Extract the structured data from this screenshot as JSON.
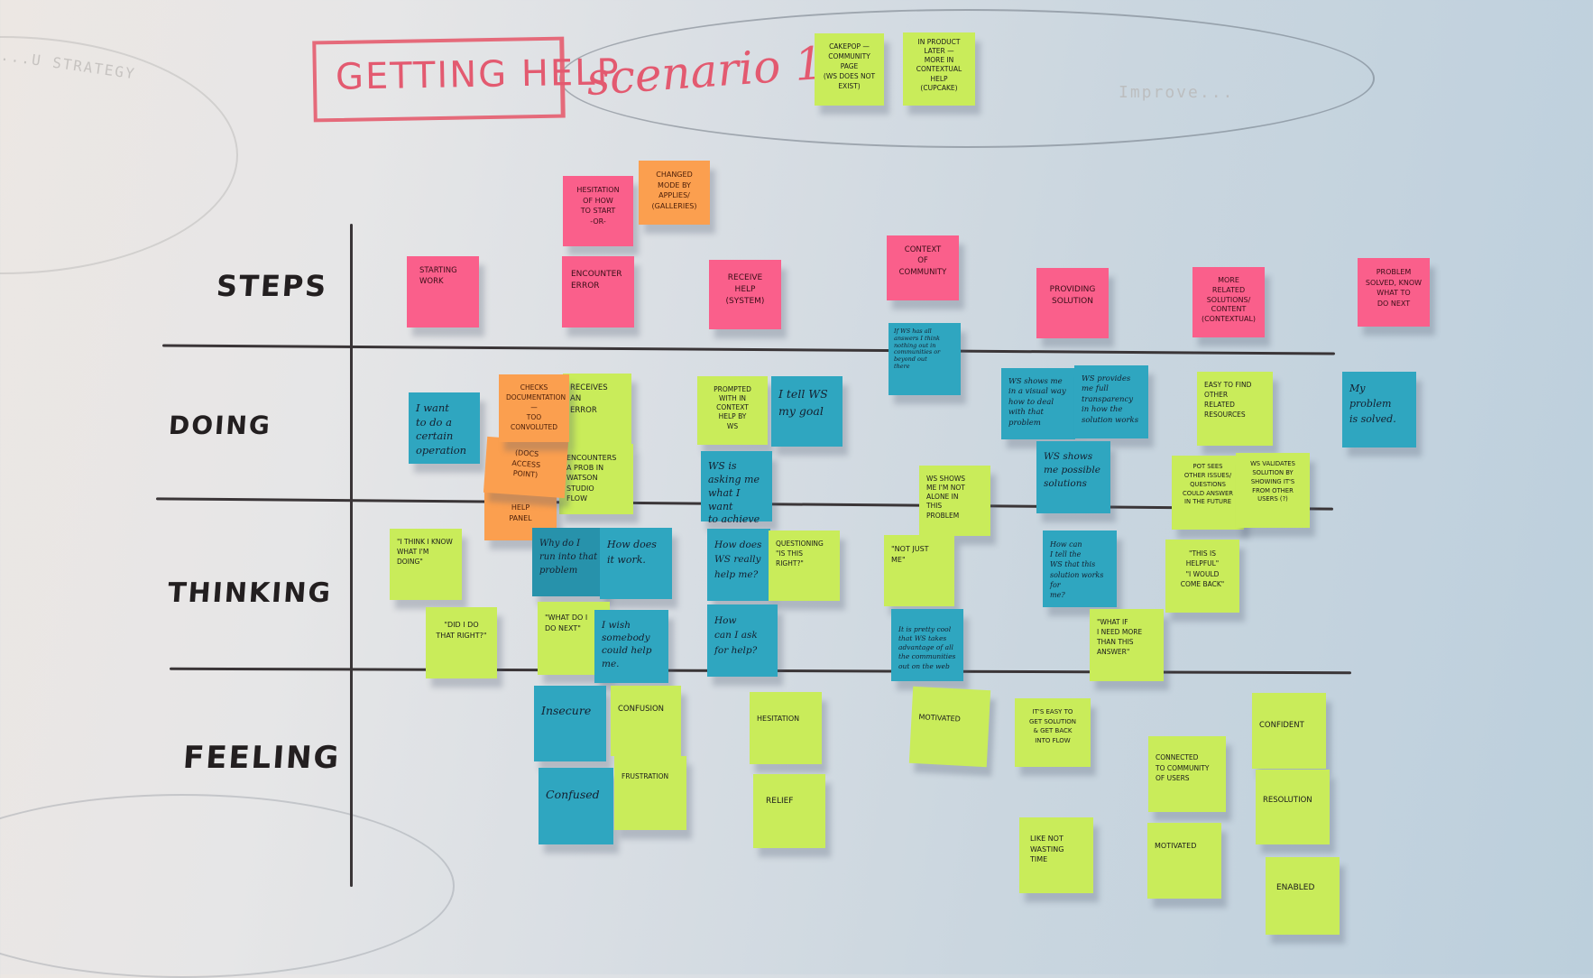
{
  "title": "GETTING HELP",
  "subtitle": "scenario 1",
  "ghost_text": [
    "...U STRATEGY",
    "Improve..."
  ],
  "row_labels": [
    "STEPS",
    "DOING",
    "THINKING",
    "FEELING"
  ],
  "colors": {
    "pink": "#fa5f8b",
    "green": "#c9ec5a",
    "teal": "#2fa6c0",
    "orange": "#fb9f4f",
    "marker_red": "#e35a70",
    "marker_black": "#231f20"
  },
  "header_notes": [
    {
      "text": "Cakepop —\nCommunity\npage\n(ws does not exist)",
      "color": "green"
    },
    {
      "text": "In product\nlater —\nmore in\ncontextual\nhelp\n(cupcake)",
      "color": "green"
    }
  ],
  "steps": [
    {
      "text": "Hesitation\nof how\nto start\n-or-",
      "color": "pink"
    },
    {
      "text": "Changed\nmode by\napplies/\n(galleries)",
      "color": "orange"
    },
    {
      "text": "Starting\nwork",
      "color": "pink"
    },
    {
      "text": "Encounter\nerror",
      "color": "pink"
    },
    {
      "text": "Receive\nhelp\n(system)",
      "color": "pink"
    },
    {
      "text": "Context\nof\ncommunity",
      "color": "pink"
    },
    {
      "text": "Providing\nsolution",
      "color": "pink"
    },
    {
      "text": "More\nrelated\nsolutions/\ncontent\n(contextual)",
      "color": "pink"
    },
    {
      "text": "Problem\nsolved, know\nwhat to\ndo next",
      "color": "pink"
    }
  ],
  "doing": [
    {
      "text": "I want\nto do a\ncertain\noperation",
      "color": "teal"
    },
    {
      "text": "Checks\ndocumentation —\ntoo\nconvoluted",
      "color": "orange"
    },
    {
      "text": "Receives\nan\nerror",
      "color": "green"
    },
    {
      "text": "(Docs\naccess\npoint)",
      "color": "orange"
    },
    {
      "text": "Encounters\na prob in\nWatson\nStudio\nflow",
      "color": "green"
    },
    {
      "text": "Help\npanel",
      "color": "orange"
    },
    {
      "text": "Prompted\nwith in\ncontext\nhelp by\nWS",
      "color": "green"
    },
    {
      "text": "I tell WS\nmy goal",
      "color": "teal"
    },
    {
      "text": "WS is\nasking me\nwhat I want\nto achieve",
      "color": "teal"
    },
    {
      "text": "If WS has all\nanswers I think\nnothing out in\ncommunities or\nbeyond out\nthere",
      "color": "teal"
    },
    {
      "text": "WS shows me in a visual way how to deal with that problem",
      "color": "teal"
    },
    {
      "text": "WS provides me full transparency in how the solution works",
      "color": "teal"
    },
    {
      "text": "WS shows me possible solutions",
      "color": "teal"
    },
    {
      "text": "WS shows\nme I'm not\nalone in\nthis\nproblem",
      "color": "green"
    },
    {
      "text": "Easy to find\nother\nrelated\nresources",
      "color": "green"
    },
    {
      "text": "Pot sees\nother issues/\nquestions\ncould answer\nin the future",
      "color": "green"
    },
    {
      "text": "WS validates\nsolution by\nshowing it's\nfrom other\nusers (?)",
      "color": "green"
    },
    {
      "text": "My problem\nis solved.",
      "color": "teal"
    }
  ],
  "thinking": [
    {
      "text": "\"I think I know\nwhat I'm\ndoing\"",
      "color": "green"
    },
    {
      "text": "Why do I\nrun into that\nproblem",
      "color": "teal"
    },
    {
      "text": "How does\nit work.",
      "color": "teal"
    },
    {
      "text": "How does\nWS really\nhelp me?",
      "color": "teal"
    },
    {
      "text": "Questioning\n\"Is this\nright?\"",
      "color": "green"
    },
    {
      "text": "\"Did I do\nthat right?\"",
      "color": "green"
    },
    {
      "text": "\"What do I\ndo next\"",
      "color": "green"
    },
    {
      "text": "I wish\nsomebody\ncould help\nme.",
      "color": "teal"
    },
    {
      "text": "How\ncan I ask\nfor help?",
      "color": "teal"
    },
    {
      "text": "\"Not just\nme\"",
      "color": "green"
    },
    {
      "text": "It is pretty cool that WS takes advantage of all the communities out on the web",
      "color": "teal"
    },
    {
      "text": "How can\nI tell the\nWS that this\nsolution works for\nme?",
      "color": "teal"
    },
    {
      "text": "\"What if\nI need more\nthan this\nanswer\"",
      "color": "green"
    },
    {
      "text": "\"This is\nhelpful\"\n\"I would\ncome back\"",
      "color": "green"
    }
  ],
  "feeling": [
    {
      "text": "Insecure",
      "color": "teal"
    },
    {
      "text": "Confusion",
      "color": "green"
    },
    {
      "text": "Confused",
      "color": "teal"
    },
    {
      "text": "Frustration",
      "color": "green"
    },
    {
      "text": "Hesitation",
      "color": "green"
    },
    {
      "text": "Relief",
      "color": "green"
    },
    {
      "text": "Motivated",
      "color": "green"
    },
    {
      "text": "It's easy to\nget solution\n& get back\ninto flow",
      "color": "green"
    },
    {
      "text": "Like not\nwasting\ntime",
      "color": "green"
    },
    {
      "text": "Connected\nto community\nof users",
      "color": "green"
    },
    {
      "text": "Motivated",
      "color": "green"
    },
    {
      "text": "Confident",
      "color": "green"
    },
    {
      "text": "Resolution",
      "color": "green"
    },
    {
      "text": "Enabled",
      "color": "green"
    }
  ]
}
